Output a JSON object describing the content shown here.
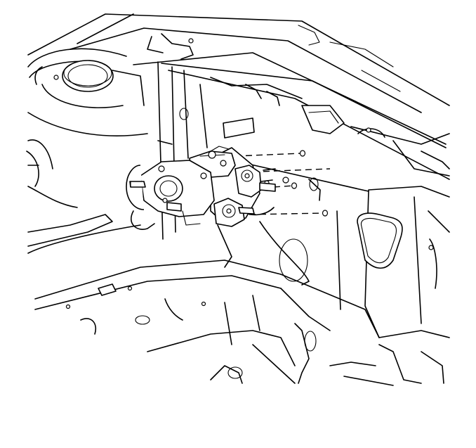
{
  "diagram": {
    "background": "#ffffff",
    "stroke_color": "#000000",
    "components": [
      "strut-tower",
      "cowl-panel",
      "dash-panel",
      "frame-rail",
      "master-cylinder-assembly",
      "mounting-studs"
    ],
    "mounting_stud_count": 4
  }
}
